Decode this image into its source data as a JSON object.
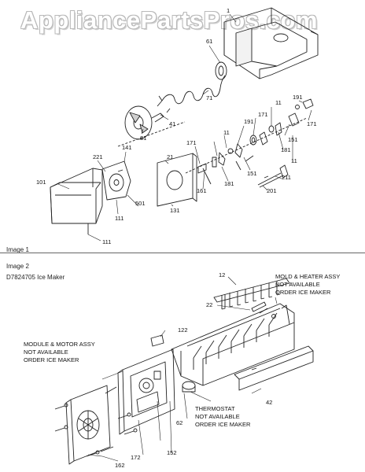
{
  "watermark": "AppliancePartsPros.com",
  "image1": {
    "label": "Image 1",
    "parts": [
      "1",
      "61",
      "71",
      "41",
      "81",
      "11",
      "191",
      "171",
      "171",
      "191",
      "151",
      "181",
      "11",
      "211",
      "201",
      "151",
      "181",
      "11",
      "161",
      "171",
      "21",
      "131",
      "141",
      "221",
      "101",
      "501",
      "111",
      "111"
    ]
  },
  "image2": {
    "label": "Image 2",
    "title": "D7824705 Ice Maker",
    "parts": [
      "12",
      "22",
      "122",
      "62",
      "152",
      "172",
      "162",
      "42"
    ],
    "callouts": {
      "mold_heater": [
        "MOLD & HEATER ASSY",
        "NOT AVAILABLE",
        "ORDER ICE MAKER"
      ],
      "module_motor": [
        "MODULE & MOTOR ASSY",
        "NOT AVAILABLE",
        "ORDER ICE MAKER"
      ],
      "thermostat": [
        "THERMOSTAT",
        "NOT AVAILABLE",
        "ORDER ICE MAKER"
      ]
    }
  }
}
